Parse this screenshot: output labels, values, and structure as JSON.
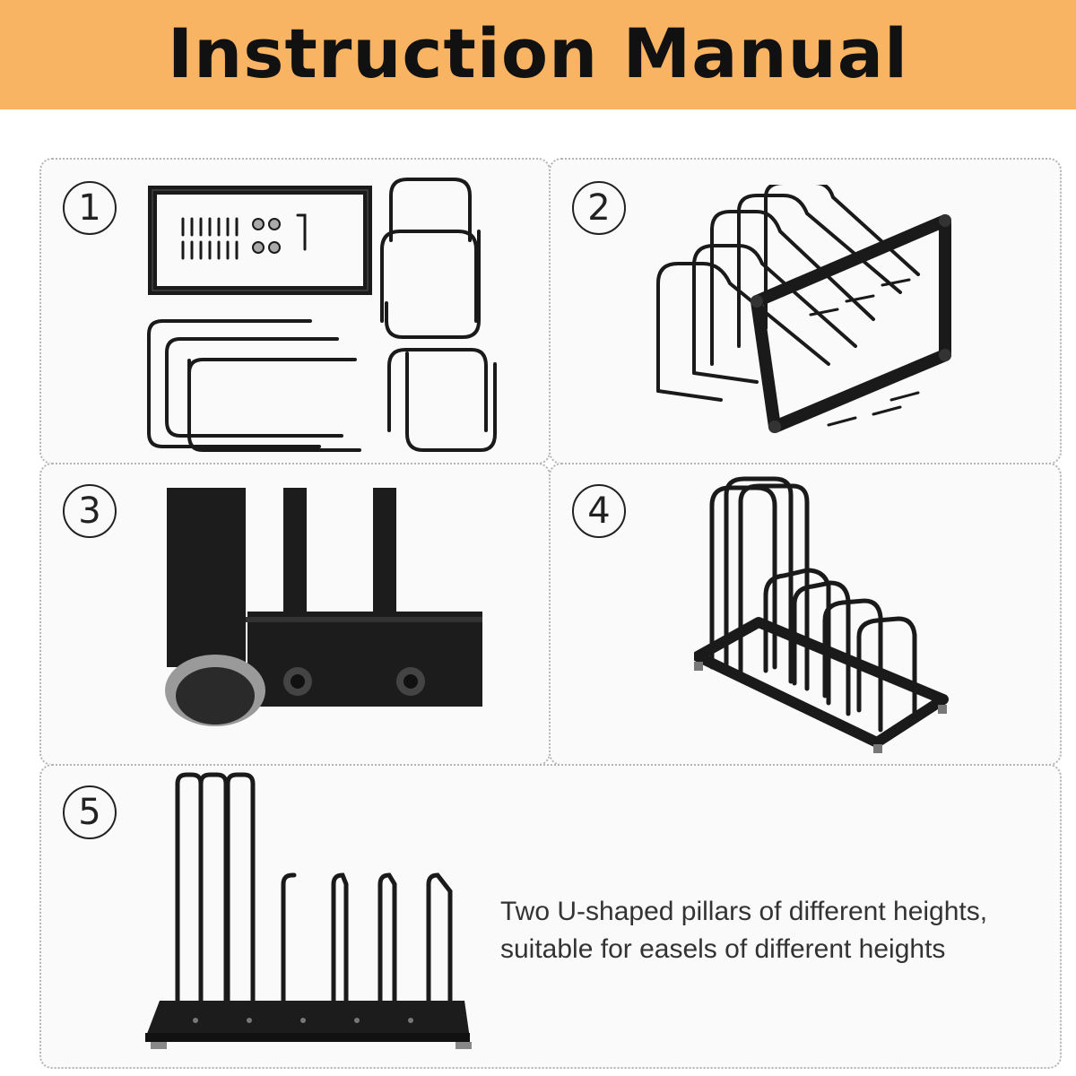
{
  "header": {
    "title": "Instruction Manual",
    "background": "#f8b463"
  },
  "steps": [
    {
      "number": "1",
      "icon": "parts-layout-icon"
    },
    {
      "number": "2",
      "icon": "frame-assembly-icon"
    },
    {
      "number": "3",
      "icon": "foot-closeup-icon"
    },
    {
      "number": "4",
      "icon": "assembled-rack-icon"
    },
    {
      "number": "5",
      "icon": "rack-side-view-icon"
    }
  ],
  "caption": {
    "line1": "Two U-shaped pillars of different heights,",
    "line2": "suitable for easels of different heights"
  },
  "colors": {
    "metal": "#1a1a1a",
    "panel_border": "#b5b5b5"
  }
}
